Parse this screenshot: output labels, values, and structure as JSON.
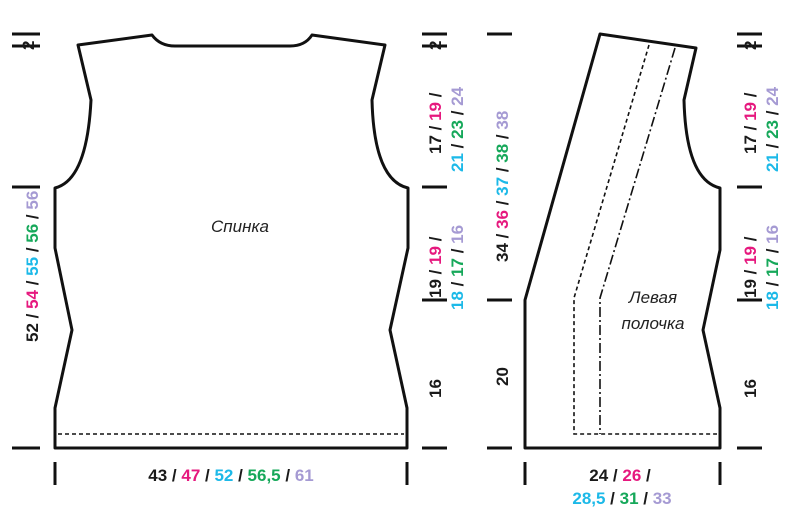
{
  "colors": {
    "black": "#1a1a1a",
    "magenta": "#e6187e",
    "cyan": "#1cb9e8",
    "green": "#16a85a",
    "lilac": "#a59ad3"
  },
  "back": {
    "label": "Спинка",
    "left_height": [
      "52",
      "54",
      "55",
      "56",
      "56"
    ],
    "hem_height": "16",
    "side_height": [
      "19",
      "19",
      "18",
      "17",
      "16"
    ],
    "armhole_height": [
      "17",
      "19",
      "21",
      "23",
      "24"
    ],
    "shoulder_height": "2",
    "width": [
      "43",
      "47",
      "52",
      "56,5",
      "61"
    ]
  },
  "front": {
    "label_line1": "Левая",
    "label_line2": "полочка",
    "hem_height": "20",
    "neck_height": [
      "34",
      "36",
      "37",
      "38",
      "38"
    ],
    "side_height": [
      "19",
      "19",
      "18",
      "17",
      "16"
    ],
    "armhole_height": [
      "17",
      "19",
      "21",
      "23",
      "24"
    ],
    "shoulder_height": "2",
    "width": [
      "24",
      "26",
      "28,5",
      "31",
      "33"
    ]
  },
  "sep": " / "
}
